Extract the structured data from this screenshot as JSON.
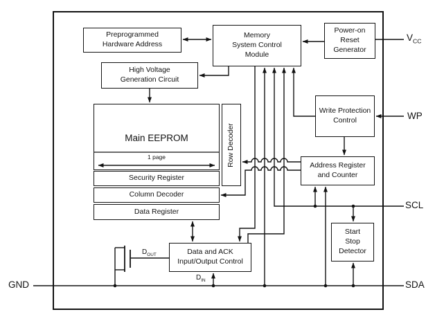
{
  "colors": {
    "ink": "#111111",
    "background": "#ffffff"
  },
  "blocks": {
    "preprogrammed_hardware_address": {
      "label": "Preprogrammed\nHardware Address"
    },
    "memory_system_control_module": {
      "label": "Memory\nSystem Control\nModule"
    },
    "power_on_reset_generator": {
      "label": "Power-on\nReset\nGenerator"
    },
    "high_voltage_generation_circuit": {
      "label": "High Voltage\nGeneration Circuit"
    },
    "main_eeprom": {
      "label": "Main EEPROM",
      "page_label": "1 page"
    },
    "row_decoder": {
      "label": "Row Decoder"
    },
    "write_protection_control": {
      "label": "Write Protection\nControl"
    },
    "security_register": {
      "label": "Security Register"
    },
    "address_register_and_counter": {
      "label": "Address Register\nand Counter"
    },
    "column_decoder": {
      "label": "Column Decoder"
    },
    "data_register": {
      "label": "Data Register"
    },
    "start_stop_detector": {
      "label": "Start\nStop\nDetector"
    },
    "data_ack_io_control": {
      "label": "Data and ACK\nInput/Output Control"
    }
  },
  "pins": {
    "vcc": {
      "main": "V",
      "sub": "CC"
    },
    "wp": {
      "label": "WP"
    },
    "scl": {
      "label": "SCL"
    },
    "sda": {
      "label": "SDA"
    },
    "gnd": {
      "label": "GND"
    }
  },
  "signals": {
    "dout": {
      "main": "D",
      "sub": "OUT"
    },
    "din": {
      "main": "D",
      "sub": "IN"
    }
  }
}
